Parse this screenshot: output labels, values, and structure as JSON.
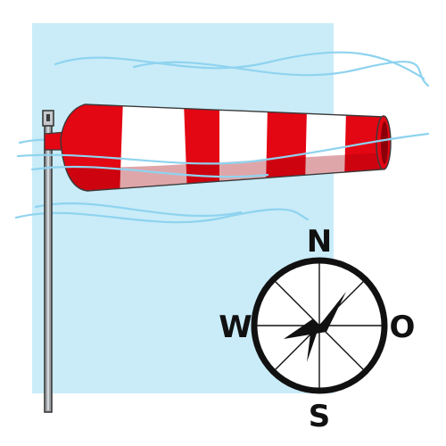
{
  "colors": {
    "sky": "#c9ecf8",
    "wind_lines": "#8fd3ef",
    "sock_red": "#e30613",
    "sock_white": "#ffffff",
    "sock_shadow": "#a4000c",
    "pole": "#9ea3a8",
    "pole_outline": "#3a3a3a",
    "compass_ink": "#111111"
  },
  "windsock": {
    "stripe_pattern": [
      "red",
      "white",
      "red",
      "white",
      "red",
      "white",
      "red"
    ]
  },
  "compass": {
    "north": "N",
    "east": "O",
    "south": "S",
    "west": "W",
    "needle_heading_deg": 35,
    "icon": "compass-icon"
  }
}
